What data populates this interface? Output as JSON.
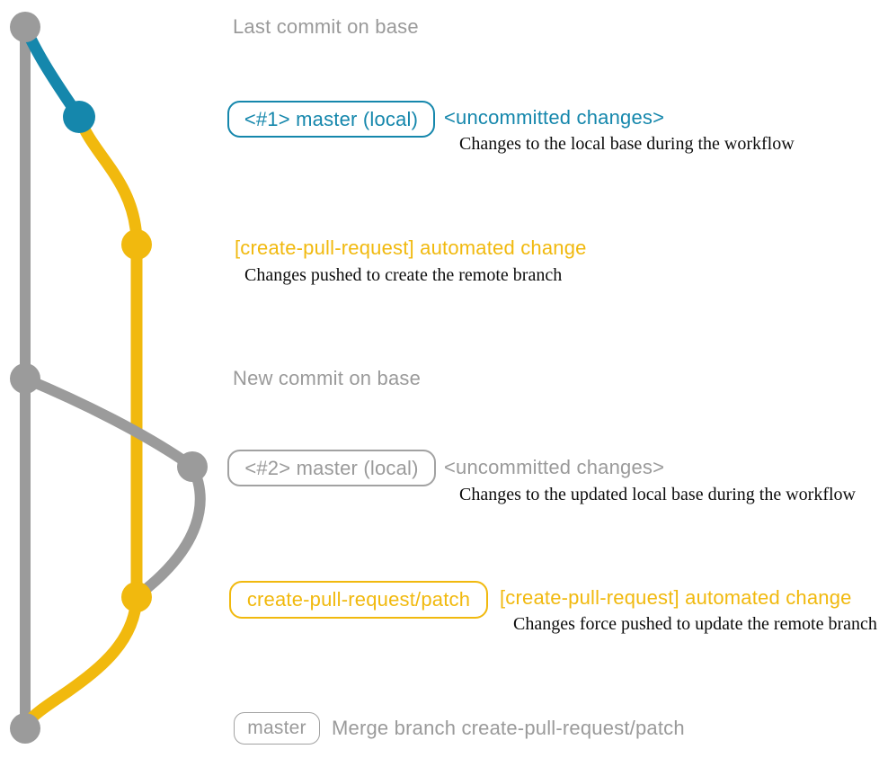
{
  "colors": {
    "base_gray": "#9b9b9b",
    "local_teal": "#1587ac",
    "pr_yellow": "#f1b90e",
    "caption_black": "#0d0d0d",
    "background": "#ffffff"
  },
  "graph": {
    "type": "git-commit-graph",
    "branches": [
      {
        "name": "base",
        "color": "#9b9b9b"
      },
      {
        "name": "local-uncommitted",
        "color": "#1587ac"
      },
      {
        "name": "create-pull-request/patch",
        "color": "#f1b90e"
      }
    ],
    "commit_nodes": [
      {
        "label": "Last commit on base",
        "color": "#9b9b9b"
      },
      {
        "label": "<#1> master (local)",
        "color": "#1587ac"
      },
      {
        "label": "[create-pull-request] automated change",
        "color": "#f1b90e"
      },
      {
        "label": "New commit on base",
        "color": "#9b9b9b"
      },
      {
        "label": "<#2> master (local)",
        "color": "#9b9b9b"
      },
      {
        "label": "[create-pull-request] automated change (force push)",
        "color": "#f1b90e"
      },
      {
        "label": "Merge branch create-pull-request/patch",
        "color": "#9b9b9b"
      }
    ]
  },
  "rows": {
    "last_commit_title": "Last commit on base",
    "r2_badge": "<#1> master (local)",
    "r2_heading": "<uncommitted changes>",
    "r2_caption": "Changes to the local base during the workflow",
    "r3_heading": "[create-pull-request] automated change",
    "r3_caption": "Changes pushed to create the remote branch",
    "new_commit_title": "New commit on base",
    "r5_badge": "<#2> master (local)",
    "r5_heading": "<uncommitted changes>",
    "r5_caption": "Changes to the updated local base during the workflow",
    "r6_badge": "create-pull-request/patch",
    "r6_heading": "[create-pull-request] automated change",
    "r6_caption": "Changes force pushed to update the remote branch",
    "r7_badge": "master",
    "r7_caption": "Merge branch create-pull-request/patch"
  }
}
